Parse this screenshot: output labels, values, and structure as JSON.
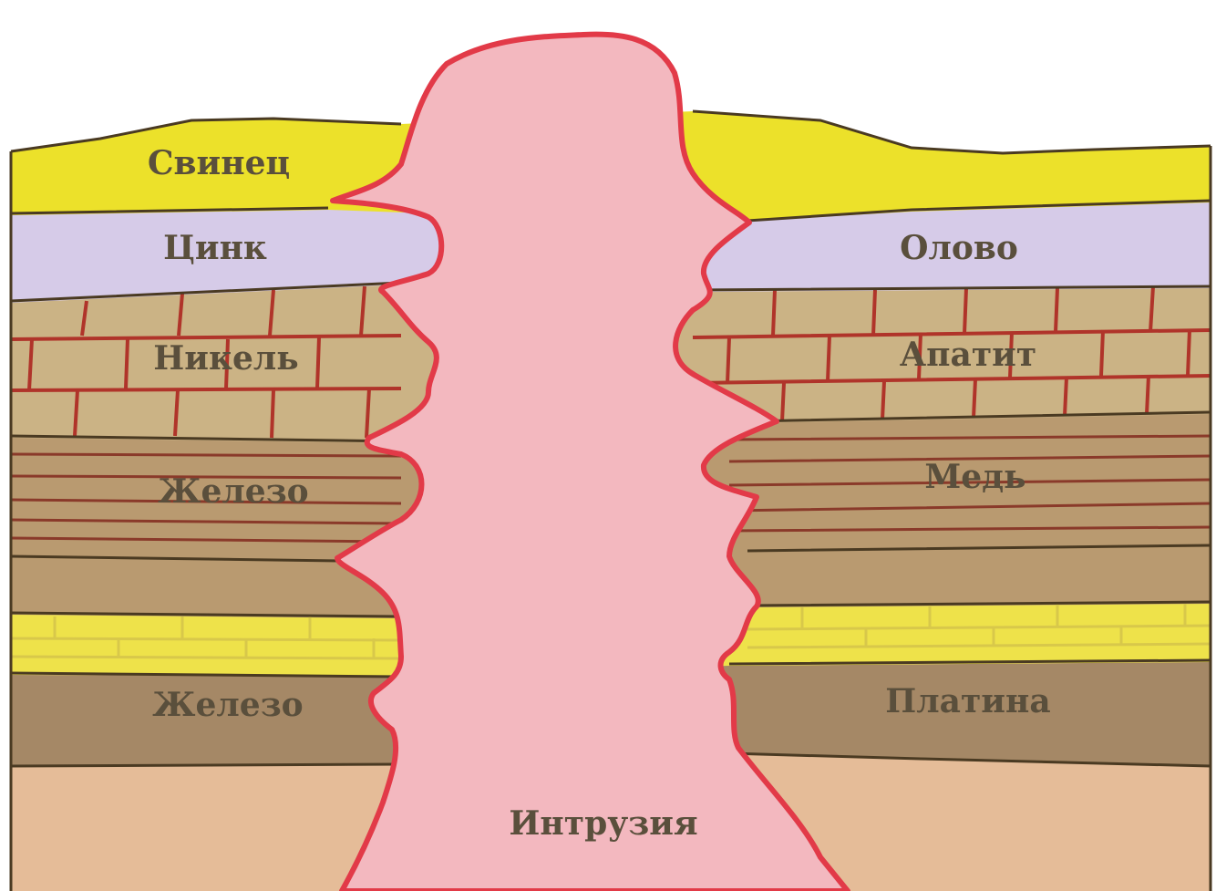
{
  "labels": {
    "svinets": "Свинец",
    "tsink": "Цинк",
    "olovo": "Олово",
    "nikel": "Никель",
    "apatit": "Апатит",
    "zhelezo_upper": "Железо",
    "med": "Медь",
    "zhelezo_lower": "Железо",
    "platina": "Платина",
    "intruziya": "Интрузия"
  },
  "colors": {
    "lead_layer": "#ece12a",
    "zinc_tin_layer": "#d6cbe8",
    "brick_layer": "#cbb385",
    "brick_lines": "#b0342a",
    "banded_layer": "#b99a70",
    "yellow_brick_layer": "#eee24a",
    "dark_layer": "#a58866",
    "base_layer": "#e5bc98",
    "intrusion_fill": "#f3b8bf",
    "intrusion_outline": "#e23a48"
  }
}
